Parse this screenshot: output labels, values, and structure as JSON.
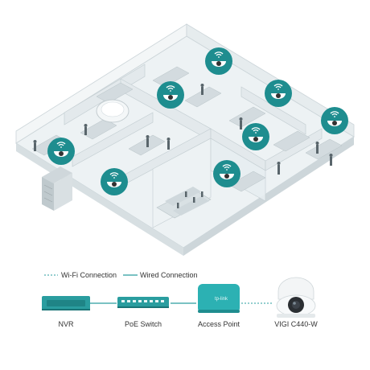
{
  "legend": {
    "wifi_label": "Wi-Fi Connection",
    "wired_label": "Wired Connection"
  },
  "devices": {
    "nvr_label": "NVR",
    "switch_label": "PoE Switch",
    "ap_label": "Access Point",
    "camera_label": "VIGI C440-W"
  },
  "ap_brand": "tp-link",
  "colors": {
    "teal": "#2a9d9f",
    "badge": "#1e8d8f",
    "floor": "#e9eef0",
    "wall": "#dfe6e9",
    "wall_dark": "#c9d3d7"
  }
}
